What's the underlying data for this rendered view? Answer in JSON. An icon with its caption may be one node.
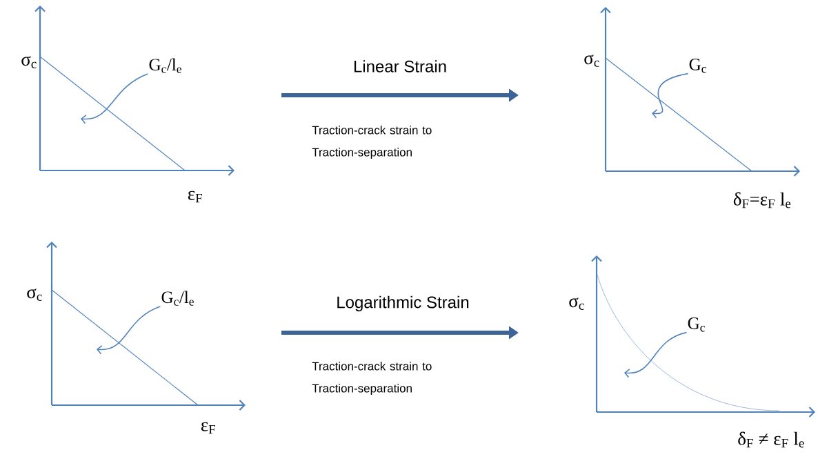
{
  "diagram": {
    "nodes": [
      {
        "text": [],
        "shape": "picture"
      },
      {
        "text": [],
        "shape": "picture"
      },
      {
        "text": [],
        "shape": "picture"
      },
      {
        "text": [],
        "shape": "picture"
      },
      {
        "text": [
          "G$_{c}$/l$_{e}$"
        ],
        "in": 0
      },
      {
        "text": [
          "G$_{c}$"
        ],
        "in": 1
      },
      {
        "text": [
          "G$_{c}$/l$_{e}$"
        ],
        "in": 2
      },
      {
        "text": [
          "G$_{c}$"
        ],
        "in": 3
      }
    ],
    "edges": [
      {
        "from": 4,
        "to": null,
        "arrow": "to"
      },
      {
        "from": 5,
        "to": null,
        "arrow": "to"
      },
      {
        "from": 6,
        "to": null,
        "arrow": "to"
      },
      {
        "from": 7,
        "to": null,
        "arrow": "to"
      }
    ],
    "labels": [
      "σ$_{c}$",
      "Linear Strain",
      "ε$_{F}$",
      "Traction-crack strain to Traction-separation",
      "σ$_{c}$",
      "δ$_{F}$=ε$_{F}$ l$_{e}$",
      "σ$_{c}$",
      "Logarithmic Strain",
      "ε$_{F}$",
      "Traction-crack strain to Traction-separation",
      "σ$_{c}$",
      "δ$_{F}$ ≠ ε$_{F}$ l$_{e}$"
    ]
  }
}
